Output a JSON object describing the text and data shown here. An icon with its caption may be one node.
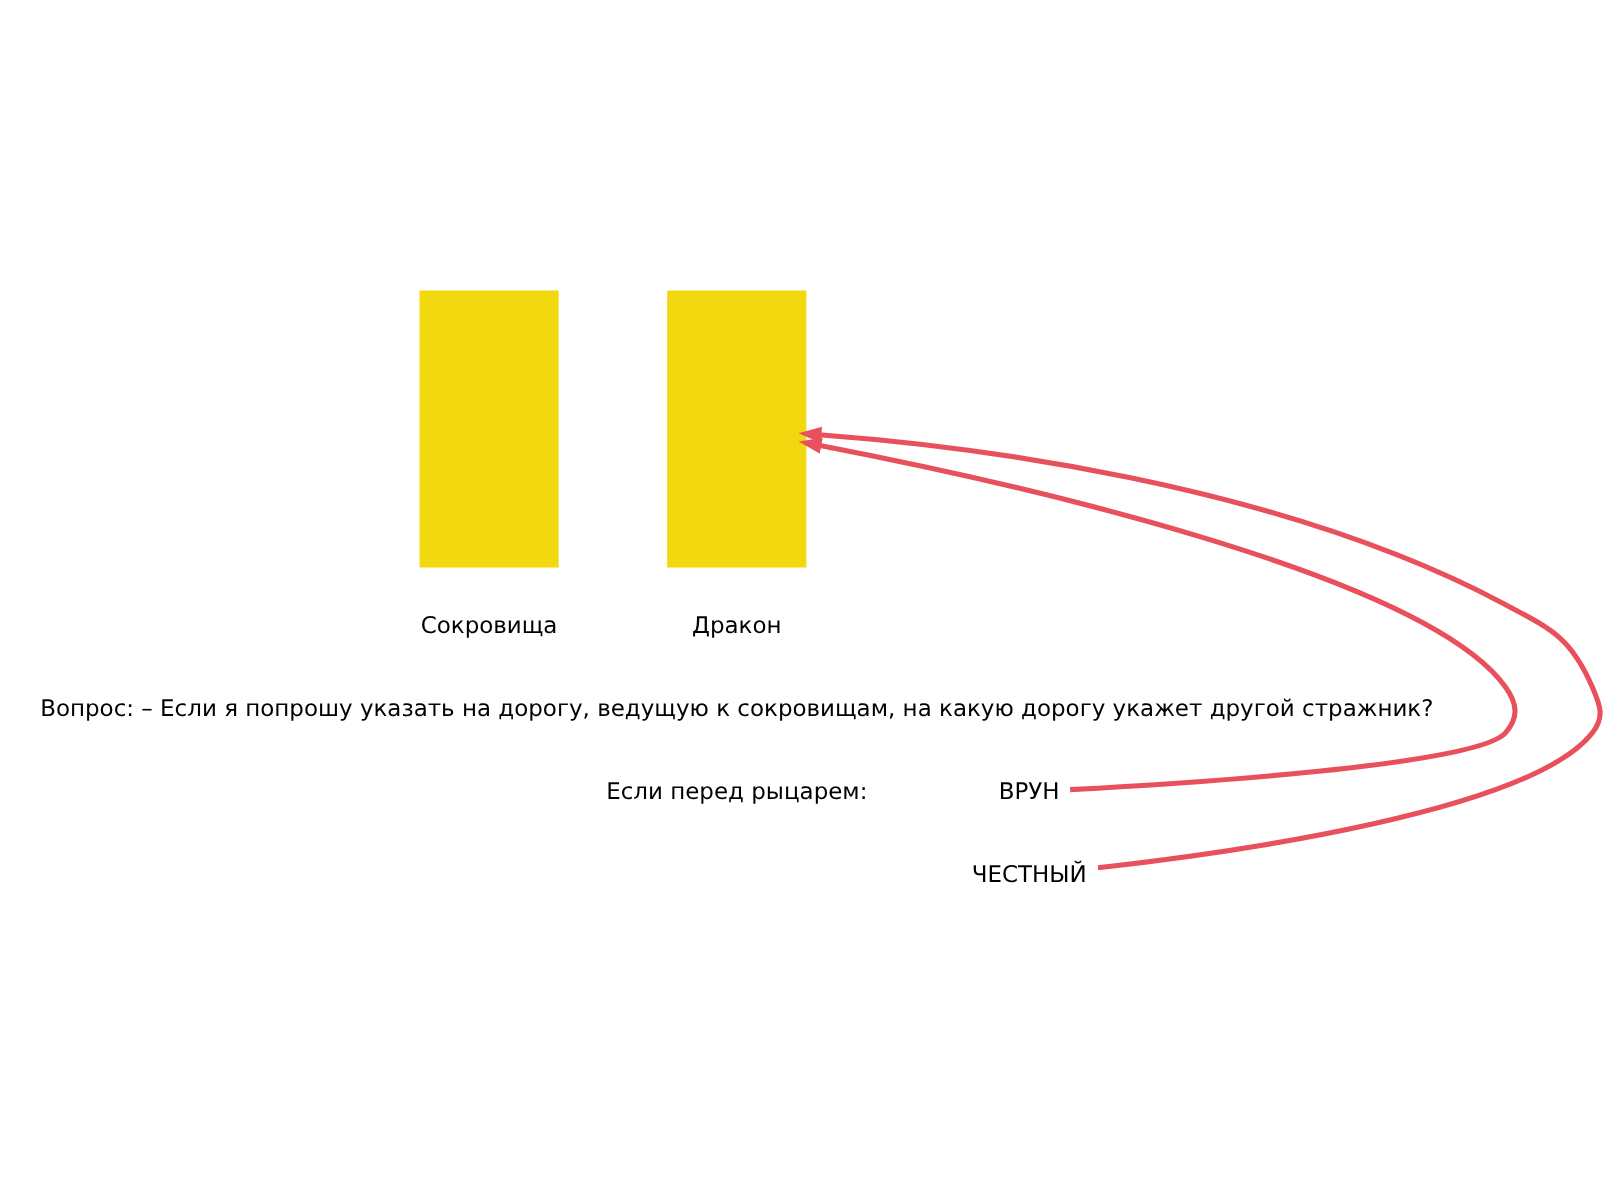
{
  "diagram": {
    "nodes": [
      {
        "text": [],
        "shape": "box",
        "beside": [
          "Сокровища"
        ]
      },
      {
        "text": [],
        "shape": "box",
        "beside": [
          "Дракон"
        ]
      },
      {
        "text": [
          "ВРУН"
        ]
      },
      {
        "text": [
          "ЧЕСТНЫЙ"
        ]
      }
    ],
    "edges": [
      {
        "from": 2,
        "to": 1,
        "arrow": "to"
      },
      {
        "from": 3,
        "to": 1,
        "arrow": "to"
      }
    ],
    "labels": [
      "Вопрос: – Если я попрошу указать на дорогу, ведущую к сокровищам, на какую дорогу укажет другой стражник?",
      "Если перед рыцарем:"
    ]
  }
}
